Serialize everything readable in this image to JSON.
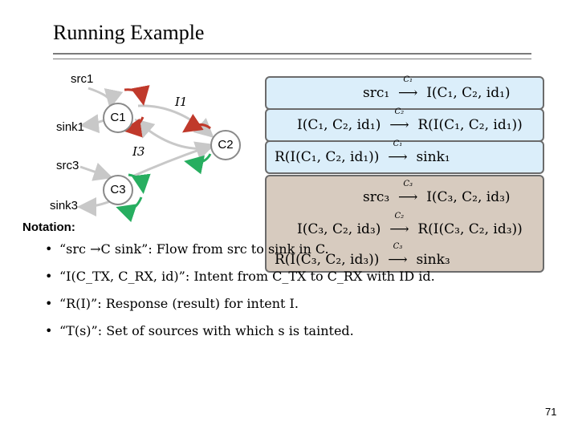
{
  "title": "Running Example",
  "graph": {
    "src1": "src1",
    "sink1": "sink1",
    "src3": "src3",
    "sink3": "sink3",
    "c1": "C1",
    "c2": "C2",
    "c3": "C3",
    "i1": "I1",
    "i3": "I3"
  },
  "colors": {
    "red_arrow": "#c0392b",
    "green_arrow": "#27ae60",
    "blue_panel": "#dbeefa",
    "tan_panel": "#d7cbbf"
  },
  "blue_flows": [
    {
      "left": "src₁",
      "label": "C₁",
      "right": "I(C₁, C₂, id₁)"
    },
    {
      "left": "I(C₁, C₂, id₁)",
      "label": "C₂",
      "right": "R(I(C₁, C₂, id₁))"
    },
    {
      "left": "R(I(C₁, C₂, id₁))",
      "label": "C₁",
      "right": "sink₁"
    }
  ],
  "tan_flows": [
    {
      "left": "src₃",
      "label": "C₃",
      "right": "I(C₃, C₂, id₃)"
    },
    {
      "left": "I(C₃, C₂, id₃)",
      "label": "C₂",
      "right": "R(I(C₃, C₂, id₃))"
    },
    {
      "left": "R(I(C₃, C₂, id₃))",
      "label": "C₃",
      "right": "sink₃"
    }
  ],
  "notation": {
    "heading": "Notation:",
    "items": [
      "“src →C sink”: Flow from src to sink in C.",
      "“I(C_TX, C_RX, id)”: Intent from C_TX to C_RX with ID id.",
      "“R(I)”: Response (result) for intent I.",
      "“T(s)”: Set of sources with which s is tainted."
    ]
  },
  "page_number": "71"
}
